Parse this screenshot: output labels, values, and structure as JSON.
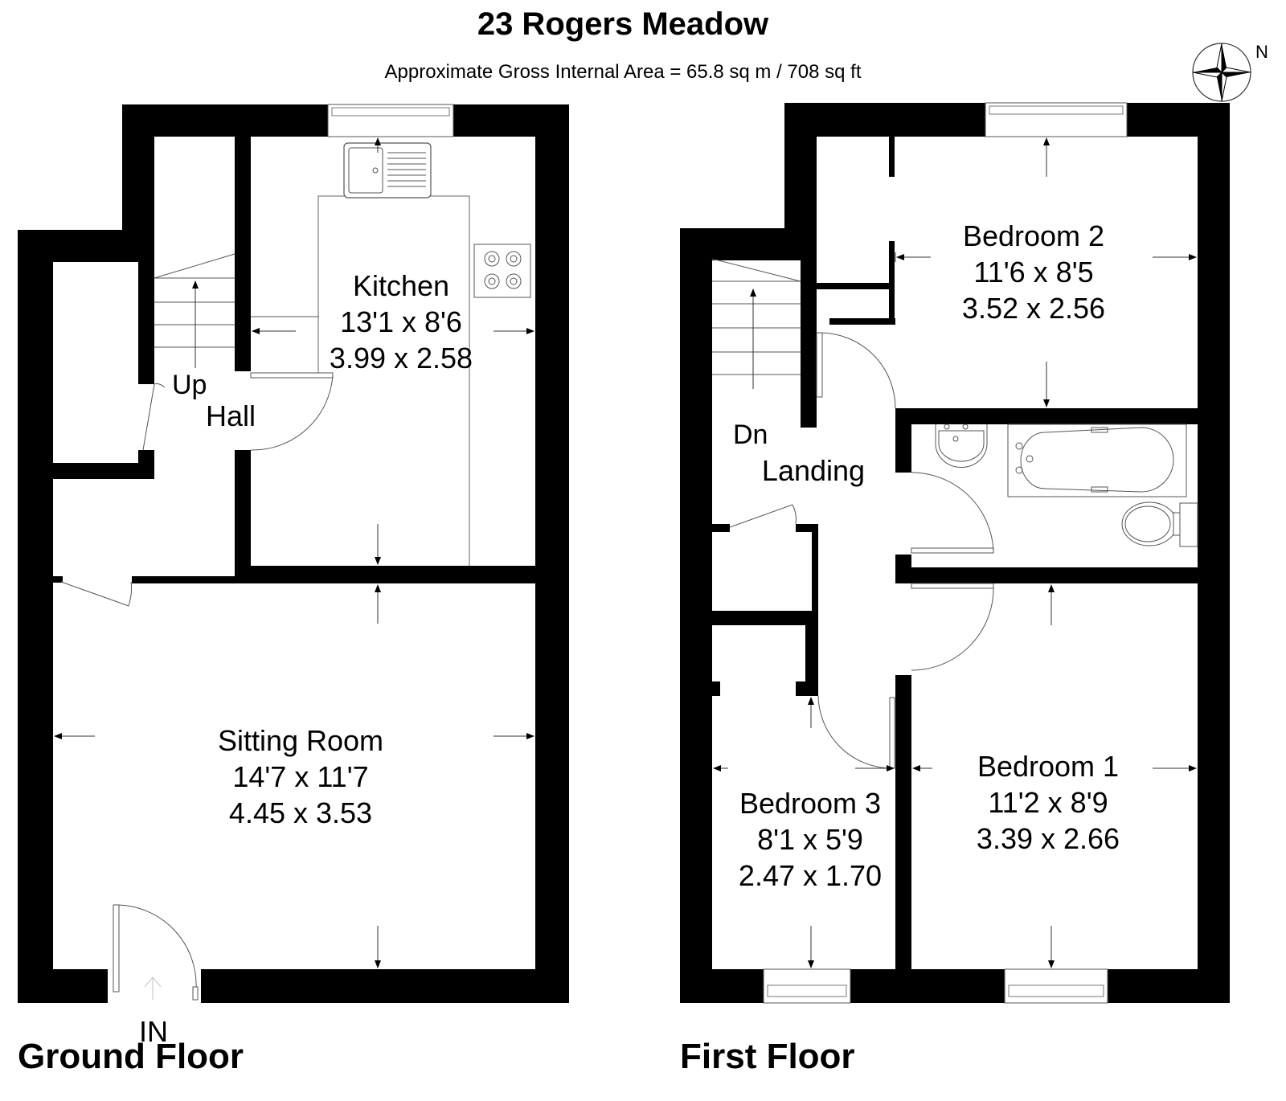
{
  "header": {
    "title": "23 Rogers Meadow",
    "subtitle": "Approximate Gross Internal Area = 65.8 sq m / 708 sq ft"
  },
  "compass": {
    "label": "N",
    "icon": "compass-rose-icon"
  },
  "ground_floor": {
    "label": "Ground Floor",
    "entrance_label": "IN",
    "stairs_label": "Up",
    "rooms": [
      {
        "name": "Kitchen",
        "imperial": "13'1 x 8'6",
        "metric": "3.99 x 2.58"
      },
      {
        "name": "Hall"
      },
      {
        "name": "Sitting Room",
        "imperial": "14'7 x 11'7",
        "metric": "4.45 x 3.53"
      }
    ]
  },
  "first_floor": {
    "label": "First Floor",
    "stairs_label": "Dn",
    "rooms": [
      {
        "name": "Bedroom 2",
        "imperial": "11'6 x 8'5",
        "metric": "3.52 x 2.56"
      },
      {
        "name": "Landing"
      },
      {
        "name": "Bedroom 3",
        "imperial": "8'1 x 5'9",
        "metric": "2.47 x 1.70"
      },
      {
        "name": "Bedroom 1",
        "imperial": "11'2 x 8'9",
        "metric": "3.39 x 2.66"
      }
    ]
  },
  "colors": {
    "wall": "#000000",
    "background": "#ffffff",
    "line": "#555555"
  }
}
